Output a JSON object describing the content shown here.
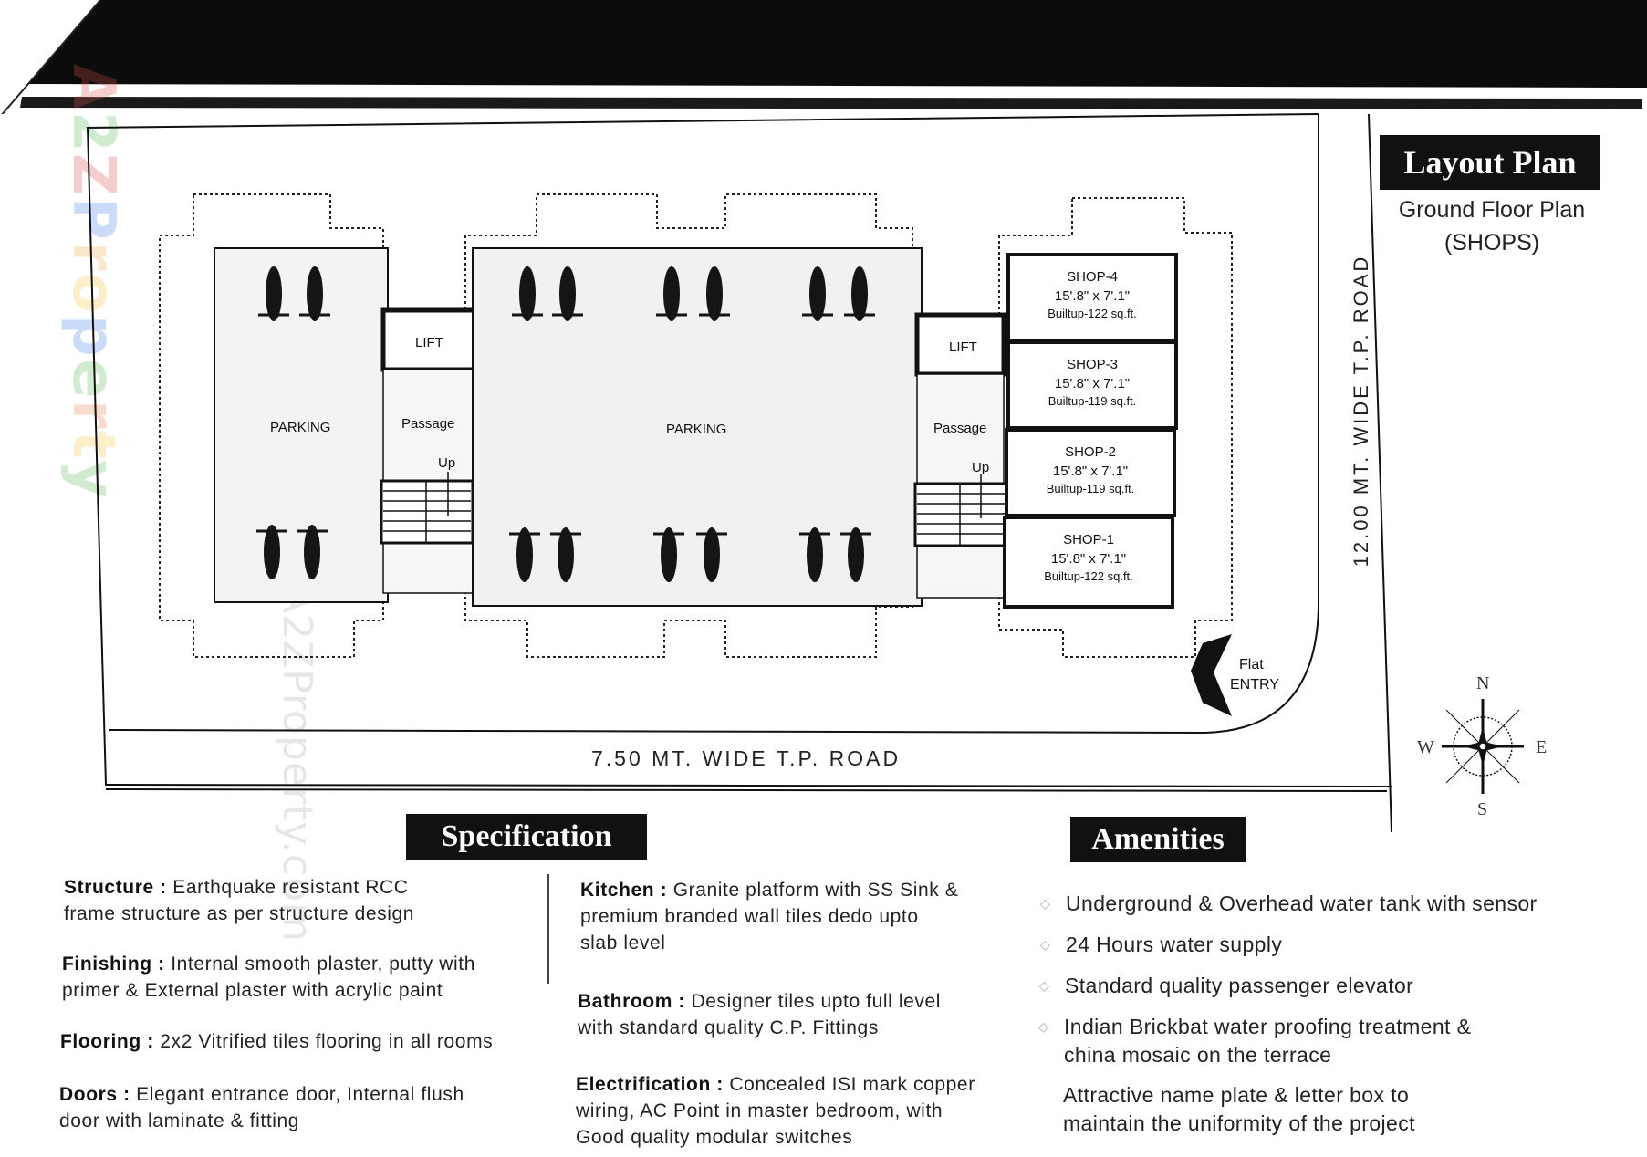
{
  "header": {
    "title": "Layout Plan",
    "subtitle_line1": "Ground Floor Plan",
    "subtitle_line2": "(SHOPS)"
  },
  "watermark": {
    "brand": [
      "A",
      "2",
      "Z",
      " ",
      "P",
      "r",
      "o",
      "p",
      "e",
      "r",
      "t",
      "y"
    ],
    "brand_colors": [
      "#d9534f",
      "#5cb85c",
      "#d9534f",
      "#ffffff",
      "#4a86e8",
      "#f0ad4e",
      "#f5c542",
      "#4a86e8",
      "#5cb85c",
      "#e8845a",
      "#f5c542",
      "#5cb85c"
    ],
    "url": "www.A2ZProperty.com"
  },
  "plan": {
    "parking_left": "PARKING",
    "parking_center": "PARKING",
    "lift_left": "LIFT",
    "lift_right": "LIFT",
    "passage_left": "Passage",
    "passage_right": "Passage",
    "up_left": "Up",
    "up_right": "Up",
    "shops": [
      {
        "name": "SHOP-4",
        "dims": "15'.8\" x 7'.1\"",
        "builtup": "Builtup-122 sq.ft."
      },
      {
        "name": "SHOP-3",
        "dims": "15'.8\" x 7'.1\"",
        "builtup": "Builtup-119 sq.ft."
      },
      {
        "name": "SHOP-2",
        "dims": "15'.8\" x 7'.1\"",
        "builtup": "Builtup-119 sq.ft."
      },
      {
        "name": "SHOP-1",
        "dims": "15'.8\" x 7'.1\"",
        "builtup": "Builtup-122 sq.ft."
      }
    ],
    "road_bottom": "7.50 MT. WIDE T.P. ROAD",
    "road_right": "12.00 MT. WIDE T.P. ROAD",
    "entry_line1": "Flat",
    "entry_line2": "ENTRY",
    "compass": {
      "n": "N",
      "s": "S",
      "e": "E",
      "w": "W"
    }
  },
  "specification": {
    "title": "Specification",
    "left": [
      {
        "label": "Structure :",
        "text": "Earthquake resistant RCC",
        "text2": "frame structure as per structure design"
      },
      {
        "label": "Finishing :",
        "text": "Internal smooth plaster, putty with",
        "text2": "primer & External plaster with acrylic paint"
      },
      {
        "label": "Flooring :",
        "text": "2x2 Vitrified tiles flooring in all rooms",
        "text2": ""
      },
      {
        "label": "Doors :",
        "text": "Elegant entrance door, Internal flush",
        "text2": "door with laminate & fitting"
      }
    ],
    "right": [
      {
        "label": "Kitchen :",
        "text": "Granite platform with SS Sink &",
        "text2": "premium branded wall tiles dedo upto",
        "text3": "slab level"
      },
      {
        "label": "Bathroom :",
        "text": "Designer tiles upto full level",
        "text2": "with standard quality C.P. Fittings",
        "text3": ""
      },
      {
        "label": "Electrification :",
        "text": "Concealed ISI mark copper",
        "text2": "wiring, AC Point in master bedroom, with",
        "text3": "Good quality modular switches"
      }
    ]
  },
  "amenities": {
    "title": "Amenities",
    "items": [
      {
        "line1": "Underground & Overhead water tank with sensor",
        "line2": ""
      },
      {
        "line1": "24 Hours water supply",
        "line2": ""
      },
      {
        "line1": "Standard quality passenger elevator",
        "line2": ""
      },
      {
        "line1": "Indian Brickbat water proofing treatment &",
        "line2": "china mosaic on the terrace"
      },
      {
        "line1": "Attractive name plate & letter box to",
        "line2": "maintain the uniformity of the project"
      }
    ]
  }
}
